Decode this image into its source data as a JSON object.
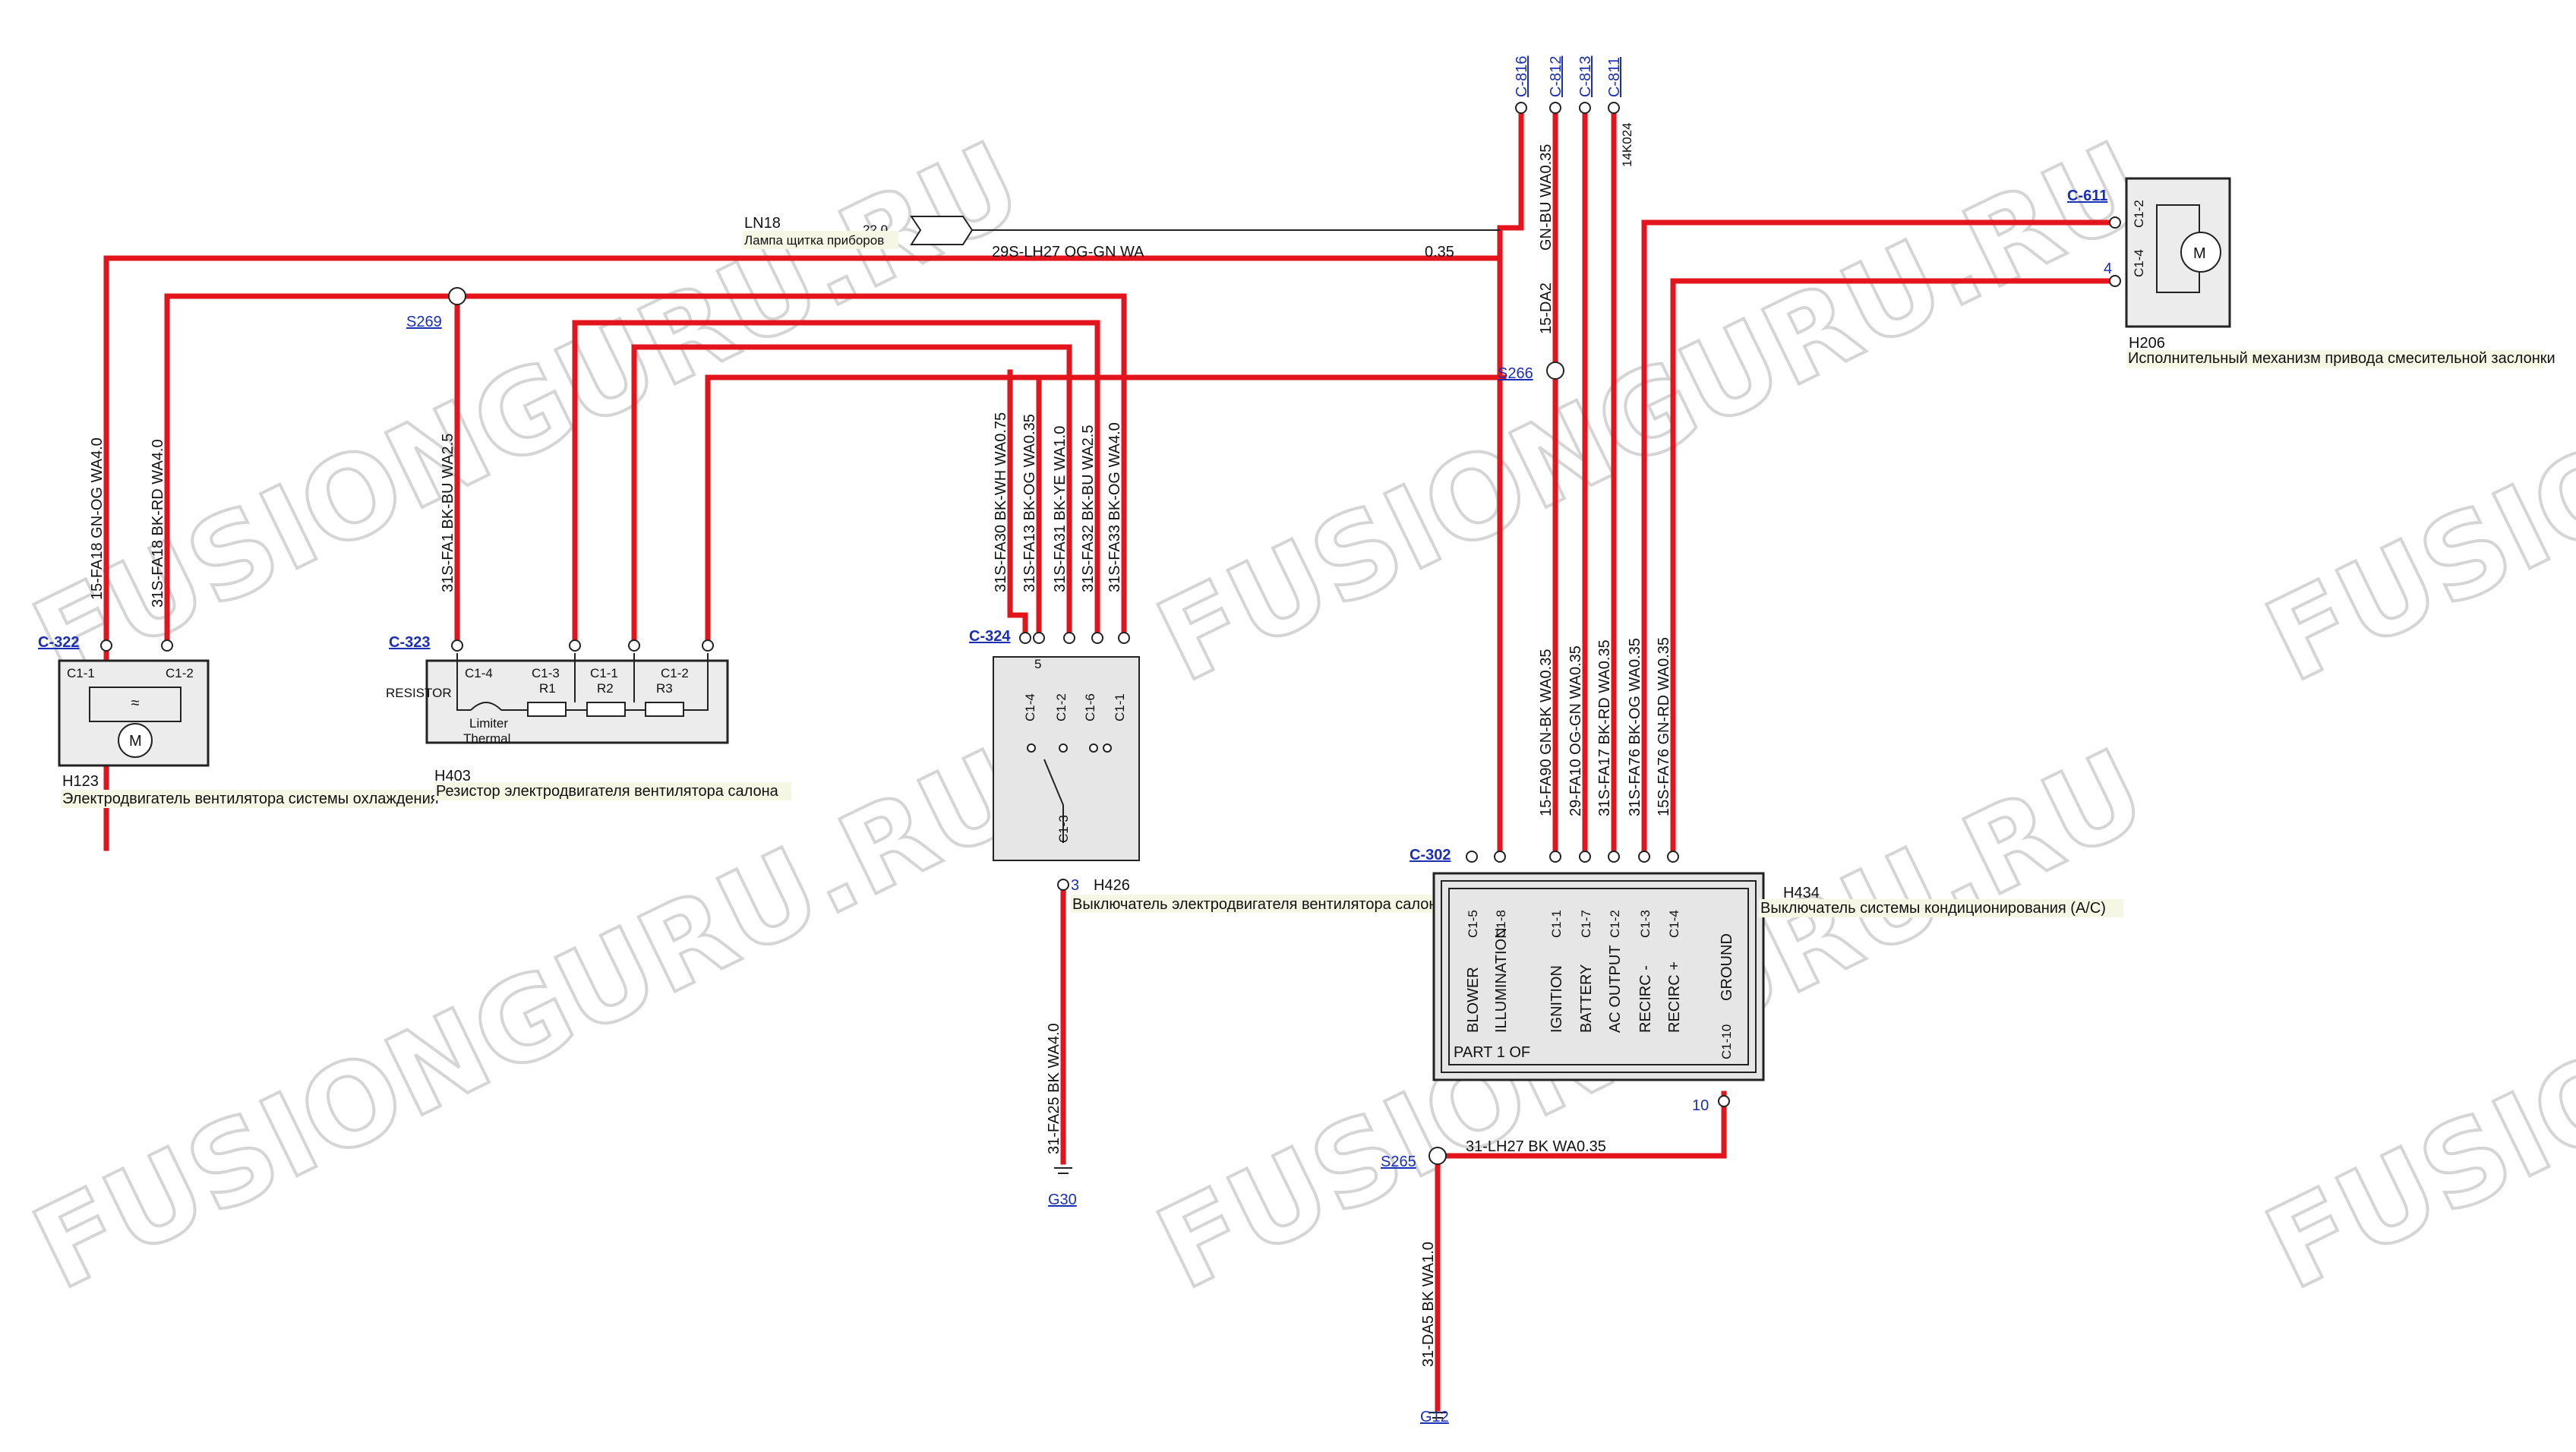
{
  "watermark": "FUSIONGURU.RU",
  "components": {
    "h123": {
      "id": "H123",
      "desc": "Электродвигатель вентилятора системы охлаждения",
      "pin1": "C1-1",
      "pin2": "C1-2",
      "conn": "C-322"
    },
    "h403": {
      "id": "H403",
      "desc": "Резистор электродвигателя вентилятора салона",
      "conn": "C-323",
      "resistor": "RESISTOR",
      "limiter": "Limiter",
      "thermal": "Thermal",
      "pins": [
        "C1-4",
        "C1-3",
        "C1-1",
        "C1-2"
      ],
      "r": [
        "R1",
        "R2",
        "R3"
      ]
    },
    "h426": {
      "id": "H426",
      "desc": "Выключатель электродвигателя вентилятора салона",
      "conn": "C-324",
      "pins": [
        "C1-4",
        "C1-2",
        "C1-6",
        "C1-1"
      ],
      "pin_bottom": "C1-3",
      "pin_num": "5",
      "bottom_num": "3"
    },
    "h434": {
      "id": "H434",
      "desc": "Выключатель системы кондиционирования (A/C)",
      "conn": "C-302",
      "pins": [
        "C1-5",
        "C1-8",
        "C1-1",
        "C1-7",
        "C1-2",
        "C1-3",
        "C1-4"
      ],
      "funcs": [
        "BLOWER",
        "ILLUMINATION",
        "IGNITION",
        "BATTERY",
        "AC OUTPUT",
        "RECIRC -",
        "RECIRC +"
      ],
      "ground_pin": "C1-10",
      "ground": "GROUND",
      "part": "PART 1 OF",
      "ground_num": "10"
    },
    "h206": {
      "id": "H206",
      "desc": "Исполнительный механизм привода смесительной заслонки",
      "conn": "C-611",
      "pin_top": "C1-2",
      "pin_bot": "C1-4",
      "num": "4"
    },
    "ln18": {
      "id": "LN18",
      "desc": "Лампа щитка приборов",
      "val": "22.0"
    }
  },
  "splices": {
    "s269": "S269",
    "s266": "S266",
    "s265": "S265"
  },
  "grounds": {
    "g30": "G30",
    "g12": "G12"
  },
  "top_connectors": [
    "C-816",
    "C-812",
    "C-813",
    "C-811"
  ],
  "wires": {
    "ln18_wire": "29S-LH27   OG-GN   WA",
    "ln18_size": "0.35",
    "h123_a": "15-FA18   GN-OG   WA4.0",
    "h123_b": "31S-FA18   BK-RD   WA4.0",
    "h403_a": "31S-FA1   BK-BU   WA2.5",
    "h426_1": "31S-FA30   BK-WH   WA0.75",
    "h426_2": "31S-FA13   BK-OG   WA0.35",
    "h426_3": "31S-FA31   BK-YE   WA1.0",
    "h426_4": "31S-FA32   BK-BU   WA2.5",
    "h426_5": "31S-FA33   BK-OG   WA4.0",
    "h426_gnd": "31-FA25   BK   WA4.0",
    "top_1": "GN-BU   WA0.35",
    "top_2": "15-DA2",
    "top_3": "14K024",
    "h434_1": "15-FA90   GN-BK   WA0.35",
    "h434_2": "29-FA10   OG-GN   WA0.35",
    "h434_3": "31S-FA17   BK-RD   WA0.35",
    "h434_4": "31S-FA76   BK-OG   WA0.35",
    "h434_5": "15S-FA76   GN-RD   WA0.35",
    "s265_wire": "31-LH27   BK   WA0.35",
    "s265_down": "31-DA5   BK   WA1.0"
  },
  "colors": {
    "wire": "#e3141b",
    "link": "#1a2fb5"
  }
}
